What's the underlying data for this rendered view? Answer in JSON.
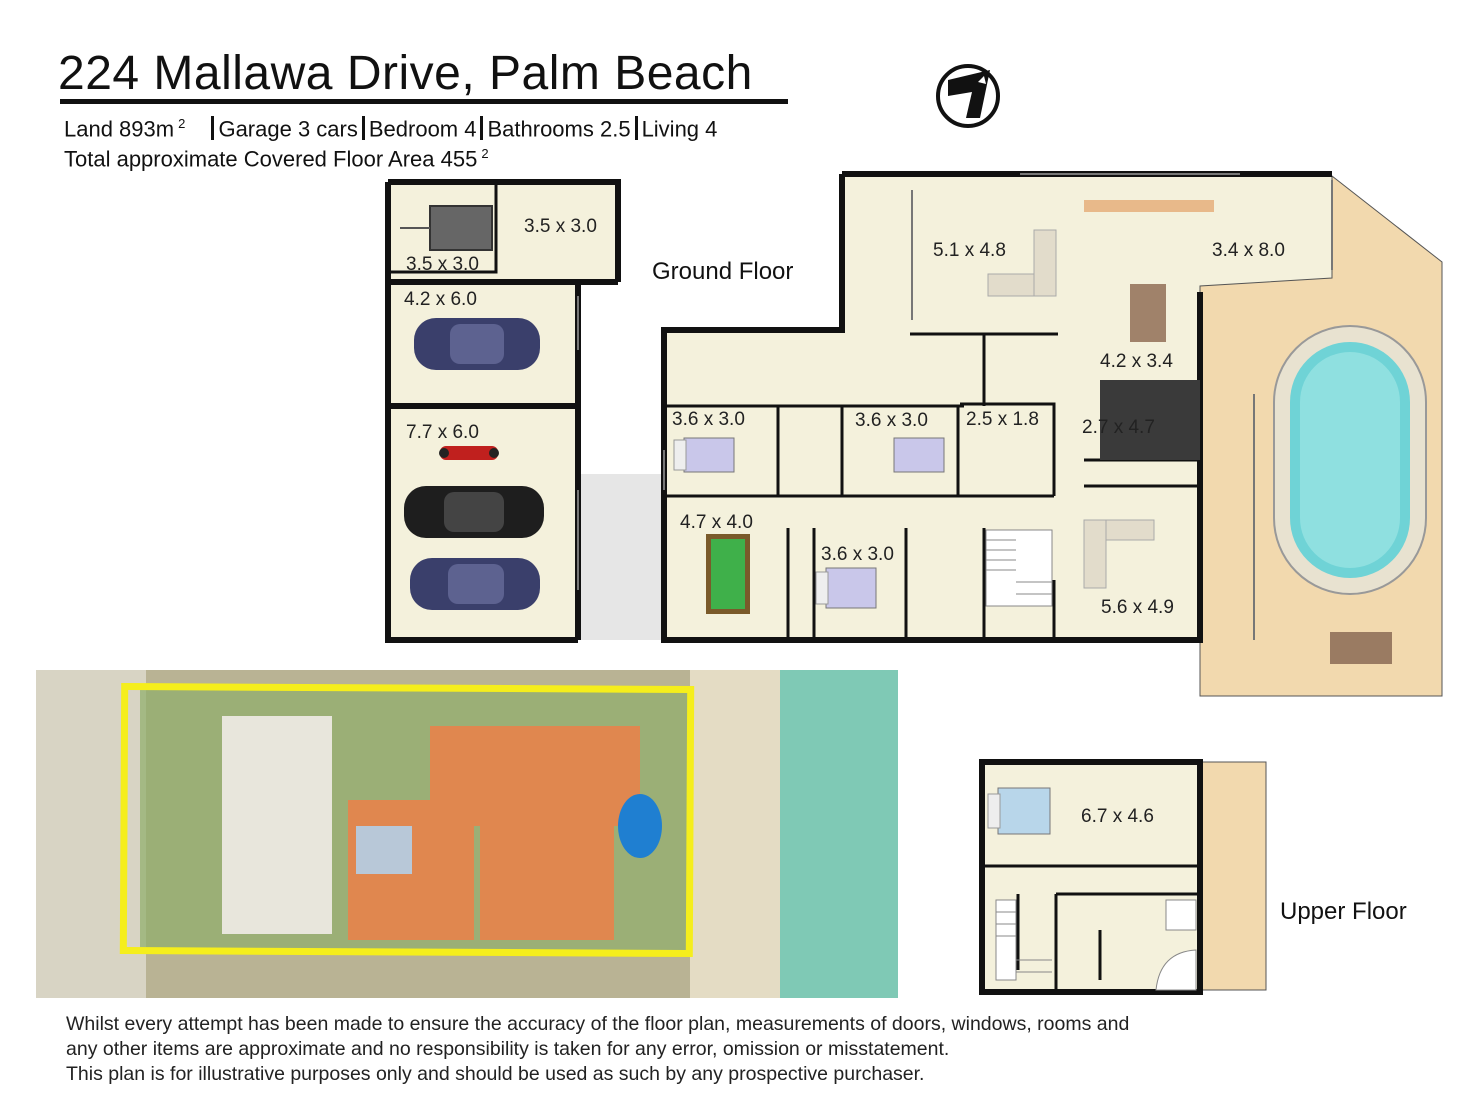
{
  "header": {
    "address": "224 Mallawa Drive, Palm Beach",
    "land": "Land 893m",
    "land_sup": "2",
    "garage": "Garage 3 cars",
    "bedroom": "Bedroom 4",
    "bathrooms": "Bathrooms 2.5",
    "living": "Living 4",
    "area": "Total approximate  Covered Floor Area 455",
    "area_sup": "2"
  },
  "floor_labels": {
    "ground": "Ground Floor",
    "upper": "Upper Floor"
  },
  "rooms": {
    "store_1": "3.5 x 3.0",
    "store_2": "3.5 x 3.0",
    "garage_single": "4.2 x 6.0",
    "garage_double": "7.7 x 6.0",
    "bed_2": "3.6 x 3.0",
    "bed_3": "3.6 x 3.0",
    "laundry": "2.5 x 1.8",
    "games": "4.7 x 4.0",
    "bed_4": "3.6 x 3.0",
    "lounge": "5.1 x 4.8",
    "dining": "4.2 x 3.4",
    "kitchen": "2.7 x 4.7",
    "family": "5.6 x 4.9",
    "deck": "3.4 x 8.0",
    "master": "6.7 x 4.6"
  },
  "disclaimer": {
    "line1": "Whilst every attempt has been made to ensure the accuracy of the floor plan, measurements of doors, windows, rooms and",
    "line2": "any other items are approximate and no responsibility is taken for any error, omission or misstatement.",
    "line3": "This plan is for illustrative purposes only and should be used as such by any prospective purchaser."
  },
  "colors": {
    "wall": "#111111",
    "floor": "#f4f1dc",
    "deck": "#f2d9ae",
    "pool_water": "#6fd3d6",
    "roof": "#e0874f",
    "boundary": "#f5ee1c",
    "grass": "#8fae6a",
    "water": "#7fc9b5"
  },
  "icons": {
    "compass": "north-arrow-icon"
  }
}
